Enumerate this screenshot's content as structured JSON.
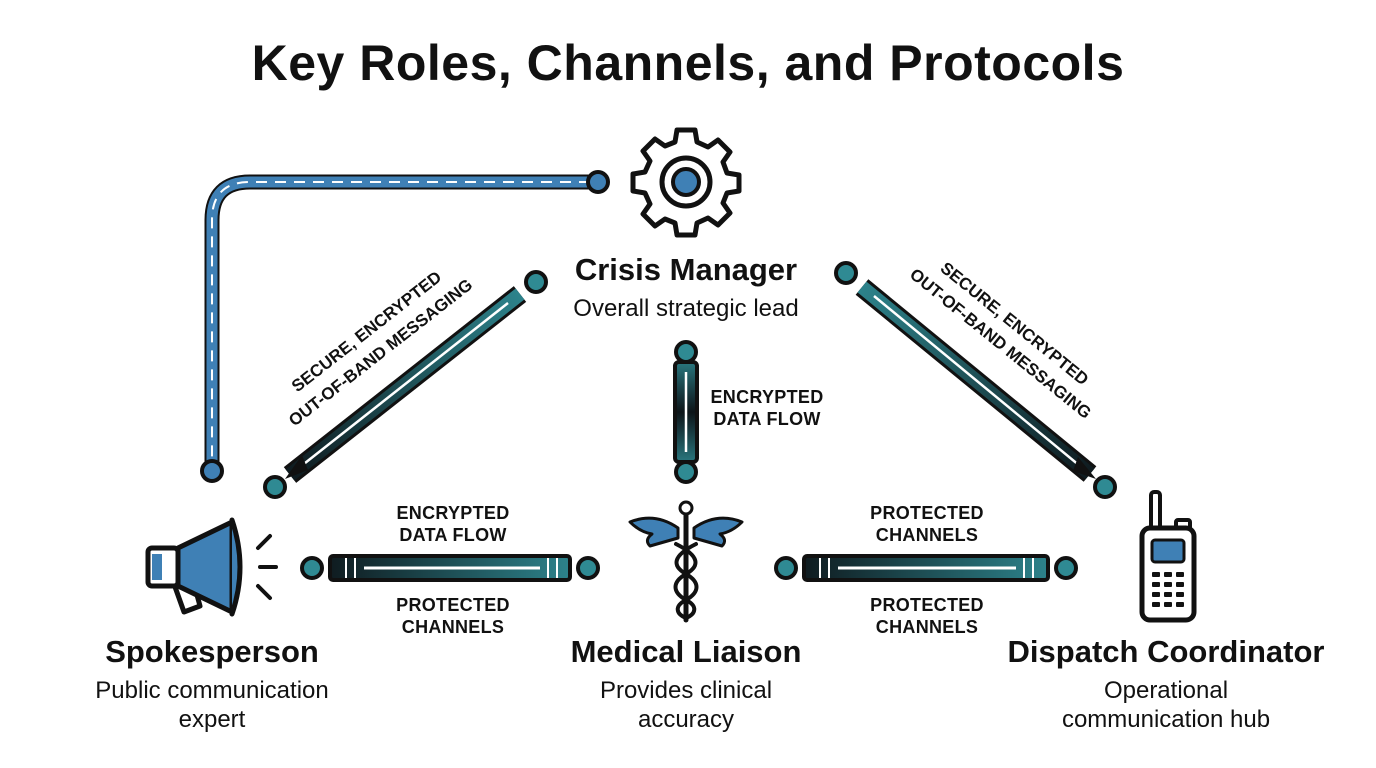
{
  "title": "Key Roles, Channels, and Protocols",
  "colors": {
    "ink": "#111111",
    "accent": "#3f80b5",
    "teal": "#2f8a93",
    "dark": "#10181e"
  },
  "roles": {
    "crisis_manager": {
      "name": "Crisis Manager",
      "desc": "Overall strategic lead",
      "icon": "gear-icon"
    },
    "spokesperson": {
      "name": "Spokesperson",
      "desc_line1": "Public communication",
      "desc_line2": "expert",
      "icon": "megaphone-icon"
    },
    "medical_liaison": {
      "name": "Medical Liaison",
      "desc_line1": "Provides clinical",
      "desc_line2": "accuracy",
      "icon": "caduceus-icon"
    },
    "dispatch_coordinator": {
      "name": "Dispatch Coordinator",
      "desc_line1": "Operational",
      "desc_line2": "communication hub",
      "icon": "radio-icon"
    }
  },
  "channels": {
    "left_diagonal": {
      "line1": "SECURE, ENCRYPTED",
      "line2": "OUT-OF-BAND MESSAGING"
    },
    "right_diagonal": {
      "line1": "SECURE, ENCRYPTED",
      "line2": "OUT-OF-BAND MESSAGING"
    },
    "vertical": {
      "line1": "ENCRYPTED",
      "line2": "DATA FLOW"
    },
    "left_horizontal_top": {
      "line1": "ENCRYPTED",
      "line2": "DATA FLOW"
    },
    "left_horizontal_bottom": {
      "line1": "PROTECTED",
      "line2": "CHANNELS"
    },
    "right_horizontal_top": {
      "line1": "PROTECTED",
      "line2": "CHANNELS"
    },
    "right_horizontal_bottom": {
      "line1": "PROTECTED",
      "line2": "CHANNELS"
    }
  }
}
